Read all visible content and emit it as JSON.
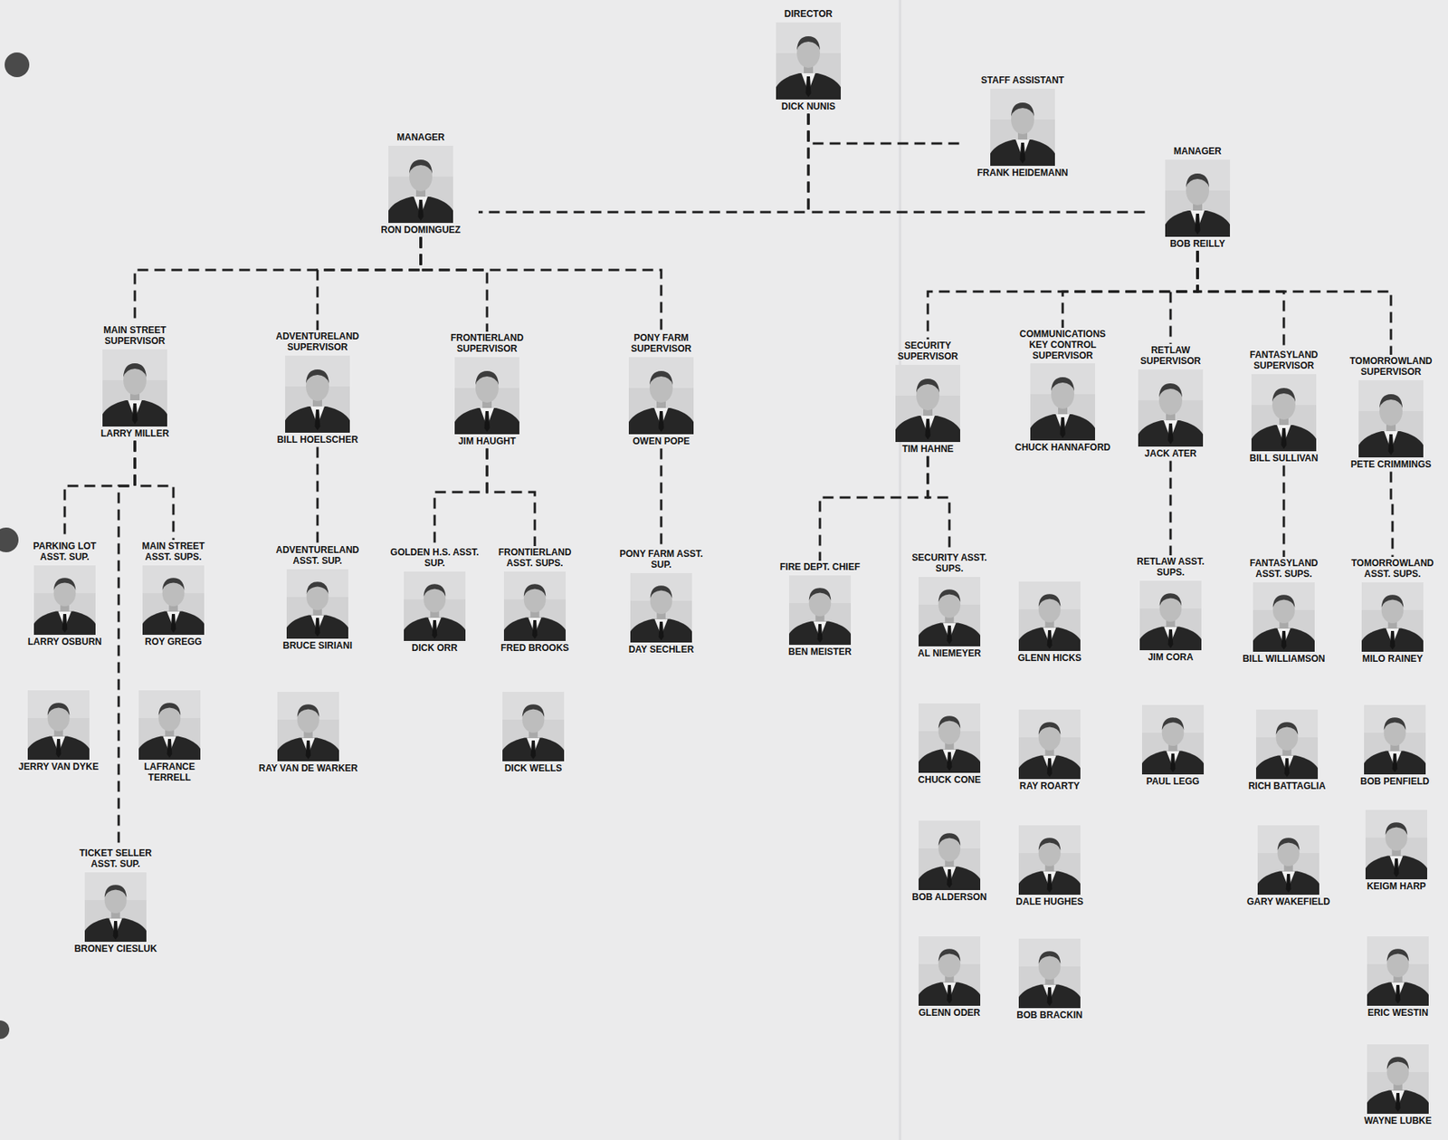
{
  "diagram": {
    "nodes": [
      {
        "text": [
          "DIRECTOR",
          "DICK NUNIS"
        ]
      },
      {
        "text": [
          "STAFF ASSISTANT",
          "FRANK HEIDEMANN"
        ]
      },
      {
        "text": [
          "MANAGER",
          "RON DOMINGUEZ"
        ]
      },
      {
        "text": [
          "MANAGER",
          "BOB REILLY"
        ]
      },
      {
        "text": [
          "MAIN STREET SUPERVISOR",
          "LARRY MILLER"
        ]
      },
      {
        "text": [
          "ADVENTURELAND SUPERVISOR",
          "BILL HOELSCHER"
        ]
      },
      {
        "text": [
          "FRONTIERLAND SUPERVISOR",
          "JIM HAUGHT"
        ]
      },
      {
        "text": [
          "PONY FARM SUPERVISOR",
          "OWEN POPE"
        ]
      },
      {
        "text": [
          "SECURITY SUPERVISOR",
          "TIM HAHNE"
        ]
      },
      {
        "text": [
          "COMMUNICATIONS KEY CONTROL SUPERVISOR",
          "CHUCK HANNAFORD"
        ]
      },
      {
        "text": [
          "RETLAW SUPERVISOR",
          "JACK ATER"
        ]
      },
      {
        "text": [
          "FANTASYLAND SUPERVISOR",
          "BILL SULLIVAN"
        ]
      },
      {
        "text": [
          "TOMORROWLAND SUPERVISOR",
          "PETE CRIMMINGS"
        ]
      },
      {
        "text": [
          "PARKING LOT ASST. SUP.",
          "LARRY OSBURN"
        ]
      },
      {
        "text": [
          "JERRY VAN DYKE"
        ]
      },
      {
        "text": [
          "MAIN STREET ASST. SUPS.",
          "ROY GREGG"
        ]
      },
      {
        "text": [
          "LAFRANCE TERRELL"
        ]
      },
      {
        "text": [
          "TICKET SELLER ASST. SUP.",
          "BRONEY CIESLUK"
        ]
      },
      {
        "text": [
          "ADVENTURELAND ASST. SUP.",
          "BRUCE SIRIANI"
        ]
      },
      {
        "text": [
          "RAY VAN DE WARKER"
        ]
      },
      {
        "text": [
          "GOLDEN H.S. ASST. SUP.",
          "DICK ORR"
        ]
      },
      {
        "text": [
          "FRONTIERLAND ASST. SUPS.",
          "FRED BROOKS"
        ]
      },
      {
        "text": [
          "DICK WELLS"
        ]
      },
      {
        "text": [
          "PONY FARM ASST. SUP.",
          "DAY SECHLER"
        ]
      },
      {
        "text": [
          "FIRE DEPT. CHIEF",
          "BEN MEISTER"
        ]
      },
      {
        "text": [
          "SECURITY ASST. SUPS.",
          "AL NIEMEYER"
        ]
      },
      {
        "text": [
          "GLENN HICKS"
        ]
      },
      {
        "text": [
          "CHUCK CONE"
        ]
      },
      {
        "text": [
          "RAY ROARTY"
        ]
      },
      {
        "text": [
          "BOB ALDERSON"
        ]
      },
      {
        "text": [
          "DALE HUGHES"
        ]
      },
      {
        "text": [
          "GLENN ODER"
        ]
      },
      {
        "text": [
          "BOB BRACKIN"
        ]
      },
      {
        "text": [
          "RETLAW ASST. SUPS.",
          "JIM CORA"
        ]
      },
      {
        "text": [
          "PAUL LEGG"
        ]
      },
      {
        "text": [
          "FANTASYLAND ASST. SUPS.",
          "BILL WILLIAMSON"
        ]
      },
      {
        "text": [
          "RICH BATTAGLIA"
        ]
      },
      {
        "text": [
          "GARY WAKEFIELD"
        ]
      },
      {
        "text": [
          "TOMORROWLAND ASST. SUPS.",
          "MILO RAINEY"
        ]
      },
      {
        "text": [
          "BOB PENFIELD"
        ]
      },
      {
        "text": [
          "KEIGM HARP"
        ]
      },
      {
        "text": [
          "ERIC WESTIN"
        ]
      },
      {
        "text": [
          "WAYNE LUBKE"
        ]
      }
    ],
    "edges": [
      {
        "from": 0,
        "to": 1,
        "arrow": "none"
      },
      {
        "from": 0,
        "to": 2,
        "arrow": "none"
      },
      {
        "from": 0,
        "to": 3,
        "arrow": "none"
      },
      {
        "from": 2,
        "to": 4,
        "arrow": "none"
      },
      {
        "from": 2,
        "to": 5,
        "arrow": "none"
      },
      {
        "from": 2,
        "to": 6,
        "arrow": "none"
      },
      {
        "from": 2,
        "to": 7,
        "arrow": "none"
      },
      {
        "from": 3,
        "to": 8,
        "arrow": "none"
      },
      {
        "from": 3,
        "to": 9,
        "arrow": "none"
      },
      {
        "from": 3,
        "to": 10,
        "arrow": "none"
      },
      {
        "from": 3,
        "to": 11,
        "arrow": "none"
      },
      {
        "from": 3,
        "to": 12,
        "arrow": "none"
      },
      {
        "from": 4,
        "to": 13,
        "arrow": "none"
      },
      {
        "from": 4,
        "to": 15,
        "arrow": "none"
      },
      {
        "from": 4,
        "to": 17,
        "arrow": "none"
      },
      {
        "from": 5,
        "to": 18,
        "arrow": "none"
      },
      {
        "from": 6,
        "to": 20,
        "arrow": "none"
      },
      {
        "from": 6,
        "to": 21,
        "arrow": "none"
      },
      {
        "from": 7,
        "to": 23,
        "arrow": "none"
      },
      {
        "from": 8,
        "to": 24,
        "arrow": "none"
      },
      {
        "from": 8,
        "to": 25,
        "arrow": "none"
      },
      {
        "from": 10,
        "to": 33,
        "arrow": "none"
      },
      {
        "from": 11,
        "to": 35,
        "arrow": "none"
      },
      {
        "from": 12,
        "to": 38,
        "arrow": "none"
      }
    ]
  }
}
